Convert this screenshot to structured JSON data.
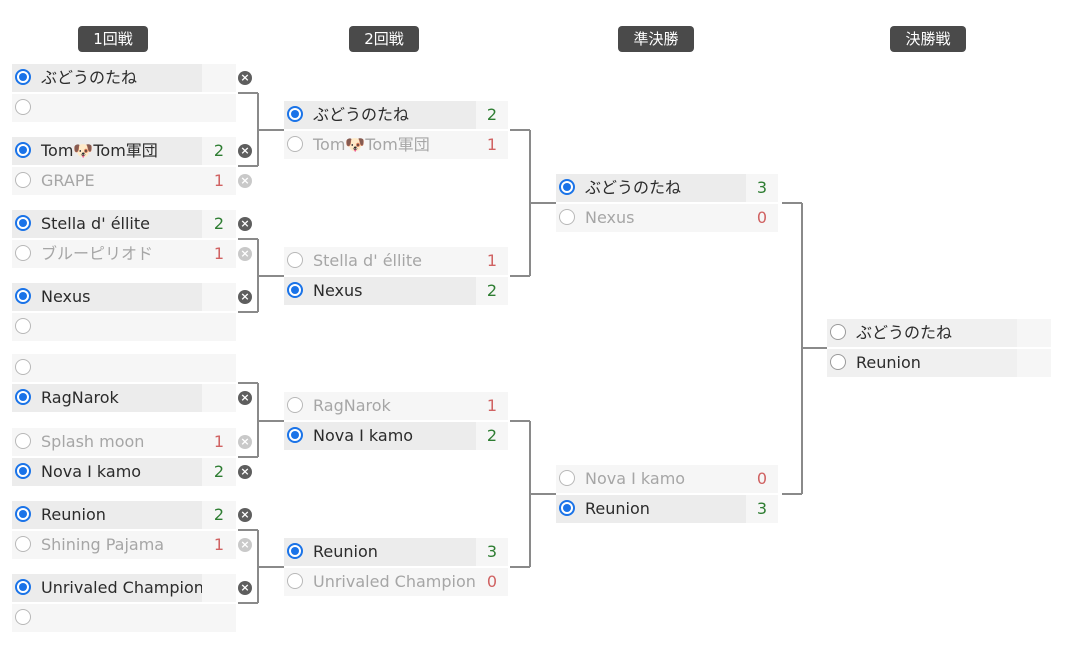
{
  "rounds": [
    "1回戦",
    "2回戦",
    "準決勝",
    "決勝戦"
  ],
  "colors": {
    "accent": "#1a73e8",
    "win_score": "#2e7d32",
    "lose_score": "#d06262",
    "line": "#8a8a8a"
  },
  "icons": {
    "clear": "close-circle-icon",
    "radio": "radio-icon"
  },
  "round1": [
    {
      "team1": {
        "name": "ぶどうのたね",
        "score": "",
        "status": "win"
      },
      "team2": {
        "name": "",
        "score": "",
        "status": "empty"
      },
      "clear": "dark"
    },
    {
      "team1": {
        "name": "Tom🐶Tom軍団",
        "score": "2",
        "status": "win"
      },
      "team2": {
        "name": "GRAPE",
        "score": "1",
        "status": "lose"
      },
      "clear": "both"
    },
    {
      "team1": {
        "name": "Stella d' éllite",
        "score": "2",
        "status": "win"
      },
      "team2": {
        "name": "ブルーピリオド",
        "score": "1",
        "status": "lose"
      },
      "clear": "both"
    },
    {
      "team1": {
        "name": "Nexus",
        "score": "",
        "status": "win"
      },
      "team2": {
        "name": "",
        "score": "",
        "status": "empty"
      },
      "clear": "dark"
    },
    {
      "team1": {
        "name": "",
        "score": "",
        "status": "empty"
      },
      "team2": {
        "name": "RagNarok",
        "score": "",
        "status": "win"
      },
      "clear": "dark2"
    },
    {
      "team1": {
        "name": "Splash moon",
        "score": "1",
        "status": "lose"
      },
      "team2": {
        "name": "Nova I kamo",
        "score": "2",
        "status": "win"
      },
      "clear": "both-rev"
    },
    {
      "team1": {
        "name": "Reunion",
        "score": "2",
        "status": "win"
      },
      "team2": {
        "name": "Shining Pajama",
        "score": "1",
        "status": "lose"
      },
      "clear": "both"
    },
    {
      "team1": {
        "name": "Unrivaled Champion",
        "score": "",
        "status": "win"
      },
      "team2": {
        "name": "",
        "score": "",
        "status": "empty"
      },
      "clear": "dark"
    }
  ],
  "round2": [
    {
      "team1": {
        "name": "ぶどうのたね",
        "score": "2",
        "status": "win"
      },
      "team2": {
        "name": "Tom🐶Tom軍団",
        "score": "1",
        "status": "lose"
      }
    },
    {
      "team1": {
        "name": "Stella d' éllite",
        "score": "1",
        "status": "lose"
      },
      "team2": {
        "name": "Nexus",
        "score": "2",
        "status": "win"
      }
    },
    {
      "team1": {
        "name": "RagNarok",
        "score": "1",
        "status": "lose"
      },
      "team2": {
        "name": "Nova I kamo",
        "score": "2",
        "status": "win"
      }
    },
    {
      "team1": {
        "name": "Reunion",
        "score": "3",
        "status": "win"
      },
      "team2": {
        "name": "Unrivaled Champion",
        "score": "0",
        "status": "lose"
      }
    }
  ],
  "semifinal": [
    {
      "team1": {
        "name": "ぶどうのたね",
        "score": "3",
        "status": "win"
      },
      "team2": {
        "name": "Nexus",
        "score": "0",
        "status": "lose"
      }
    },
    {
      "team1": {
        "name": "Nova I kamo",
        "score": "0",
        "status": "lose"
      },
      "team2": {
        "name": "Reunion",
        "score": "3",
        "status": "win"
      }
    }
  ],
  "final": [
    {
      "team1": {
        "name": "ぶどうのたね",
        "score": "",
        "status": "pending"
      },
      "team2": {
        "name": "Reunion",
        "score": "",
        "status": "pending"
      }
    }
  ]
}
